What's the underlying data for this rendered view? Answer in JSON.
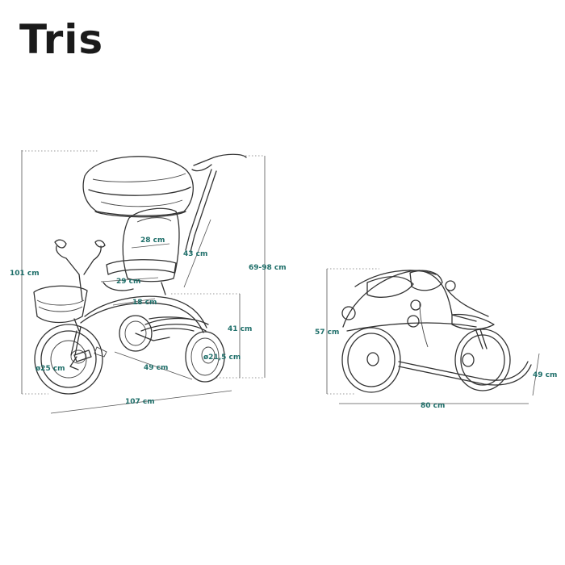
{
  "title": "Tris",
  "accent_color": "#1f6f6a",
  "dimensions": {
    "overall_height": "101 cm",
    "handle_height": "69-98 cm",
    "seat_width": "28 cm",
    "backrest_height": "43 cm",
    "seat_depth": "29 cm",
    "footrest": "18 cm",
    "seat_height": "41 cm",
    "front_wheel": "ø25 cm",
    "rear_wheel": "ø21,5 cm",
    "wheelbase": "49 cm",
    "overall_length": "107 cm",
    "folded_height": "57 cm",
    "folded_width": "49 cm",
    "folded_length": "80 cm"
  }
}
